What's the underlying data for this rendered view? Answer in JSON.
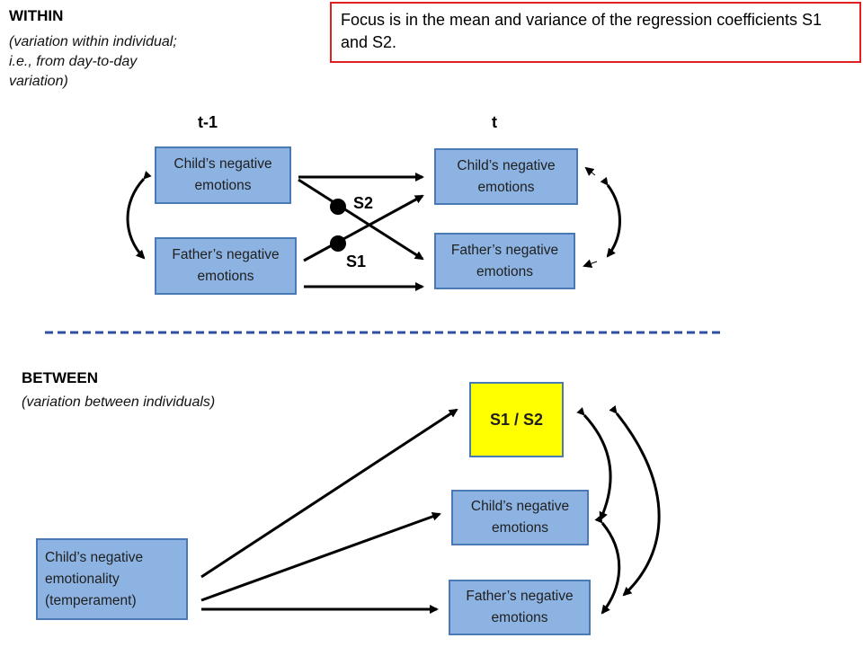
{
  "within": {
    "title": "WITHIN",
    "subtitle_line1": "(variation within individual;",
    "subtitle_line2": "i.e., from day-to-day",
    "subtitle_line3": "variation)",
    "time_prev": "t-1",
    "time_curr": "t",
    "child_prev": "Child’s negative emotions",
    "father_prev": "Father’s negative emotions",
    "child_curr": "Child’s negative emotions",
    "father_curr": "Father’s negative emotions",
    "path_s2": "S2",
    "path_s1": "S1"
  },
  "focus_note": "Focus is in the mean and variance of the regression coefficients S1 and S2.",
  "between": {
    "title": "BETWEEN",
    "subtitle": "(variation between individuals)",
    "predictor": "Child’s negative emotionality (temperament)",
    "coeff_box": "S1 / S2",
    "child_box": "Child’s negative emotions",
    "father_box": "Father’s negative emotions"
  },
  "colors": {
    "box_fill": "#8db3e2",
    "box_border": "#4a7ab5",
    "highlight": "#ffff00",
    "focus_border": "#e02020",
    "divider": "#2f4fa0"
  }
}
